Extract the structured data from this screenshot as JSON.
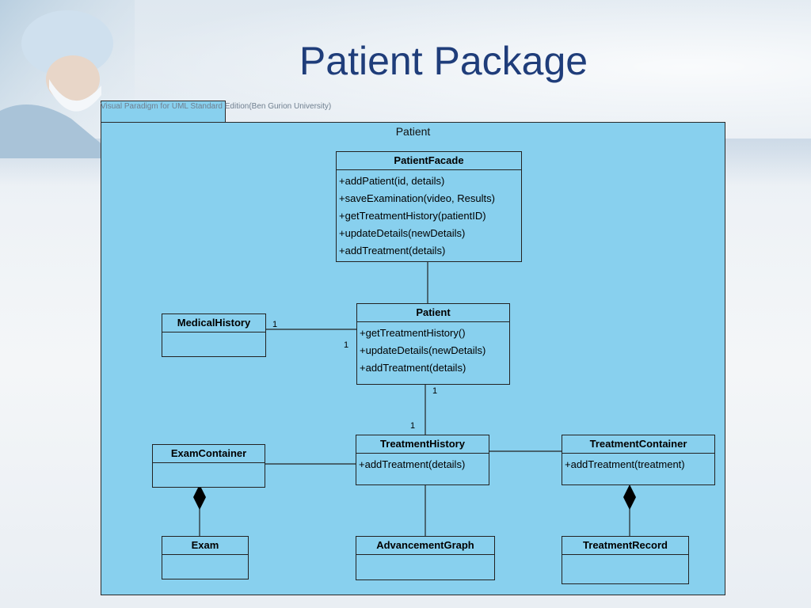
{
  "slide": {
    "title": "Patient Package",
    "watermark": "Visual Paradigm for UML Standard Edition(Ben Gurion University)"
  },
  "package": {
    "name": "Patient"
  },
  "classes": {
    "patient_facade": {
      "name": "PatientFacade",
      "ops": [
        "+addPatient(id, details)",
        "+saveExamination(video, Results)",
        "+getTreatmentHistory(patientID)",
        "+updateDetails(newDetails)",
        "+addTreatment(details)"
      ]
    },
    "patient": {
      "name": "Patient",
      "ops": [
        "+getTreatmentHistory()",
        "+updateDetails(newDetails)",
        "+addTreatment(details)"
      ]
    },
    "medical_history": {
      "name": "MedicalHistory"
    },
    "treatment_history": {
      "name": "TreatmentHistory",
      "ops": [
        "+addTreatment(details)"
      ]
    },
    "exam_container": {
      "name": "ExamContainer"
    },
    "treatment_container": {
      "name": "TreatmentContainer",
      "ops": [
        "+addTreatment(treatment)"
      ]
    },
    "exam": {
      "name": "Exam"
    },
    "advancement_graph": {
      "name": "AdvancementGraph"
    },
    "treatment_record": {
      "name": "TreatmentRecord"
    }
  },
  "multiplicities": {
    "medical_history_end": "1",
    "patient_left_end": "1",
    "patient_bottom_end": "1",
    "treatment_history_top_end": "1"
  },
  "colors": {
    "package_fill": "#88d0ee",
    "title": "#1f3d7a"
  }
}
